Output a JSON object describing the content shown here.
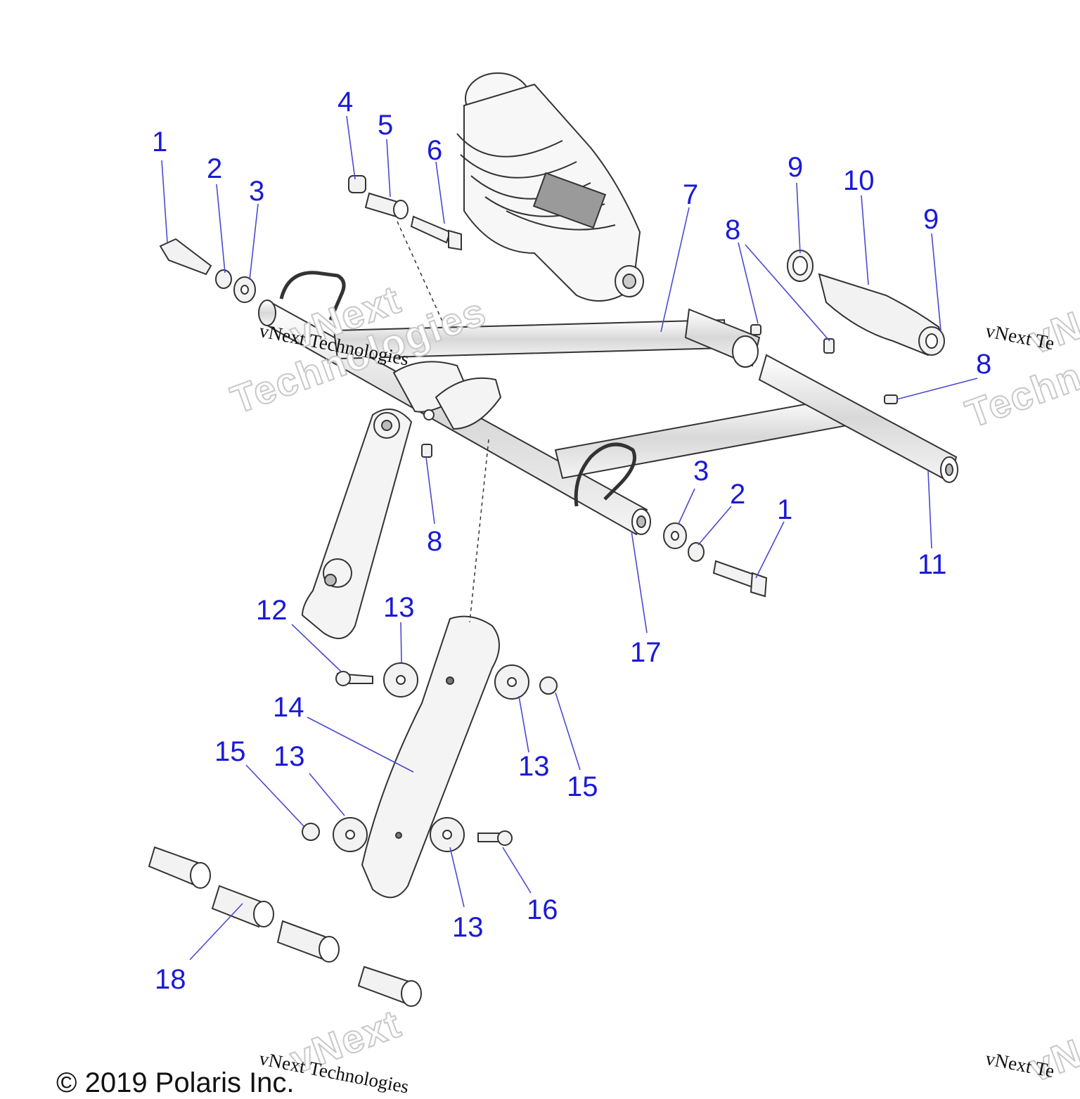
{
  "callouts": [
    {
      "id": "c1a",
      "label": "1"
    },
    {
      "id": "c2a",
      "label": "2"
    },
    {
      "id": "c3a",
      "label": "3"
    },
    {
      "id": "c4",
      "label": "4"
    },
    {
      "id": "c5",
      "label": "5"
    },
    {
      "id": "c6",
      "label": "6"
    },
    {
      "id": "c7",
      "label": "7"
    },
    {
      "id": "c8a",
      "label": "8"
    },
    {
      "id": "c9a",
      "label": "9"
    },
    {
      "id": "c10",
      "label": "10"
    },
    {
      "id": "c9b",
      "label": "9"
    },
    {
      "id": "c8b",
      "label": "8"
    },
    {
      "id": "c8c",
      "label": "8"
    },
    {
      "id": "c3b",
      "label": "3"
    },
    {
      "id": "c2b",
      "label": "2"
    },
    {
      "id": "c1b",
      "label": "1"
    },
    {
      "id": "c11",
      "label": "11"
    },
    {
      "id": "c17",
      "label": "17"
    },
    {
      "id": "c12",
      "label": "12"
    },
    {
      "id": "c13a",
      "label": "13"
    },
    {
      "id": "c14",
      "label": "14"
    },
    {
      "id": "c15a",
      "label": "15"
    },
    {
      "id": "c13b",
      "label": "13"
    },
    {
      "id": "c13c",
      "label": "13"
    },
    {
      "id": "c15b",
      "label": "15"
    },
    {
      "id": "c13d",
      "label": "13"
    },
    {
      "id": "c16",
      "label": "16"
    },
    {
      "id": "c18",
      "label": "18"
    }
  ],
  "watermarks": {
    "company": "vNext Technologies",
    "brand_line1": "vNext",
    "brand_line2": "Technologies",
    "company_right_partial": "vNext Te",
    "brand_right_partial_1": "vNe",
    "brand_right_partial_2": "Techno"
  },
  "copyright": "© 2019 Polaris Inc.",
  "colors": {
    "callout": "#1a1ad6",
    "line": "#4a4ad0",
    "part_stroke": "#333333",
    "part_fill": "#f2f2f2"
  }
}
